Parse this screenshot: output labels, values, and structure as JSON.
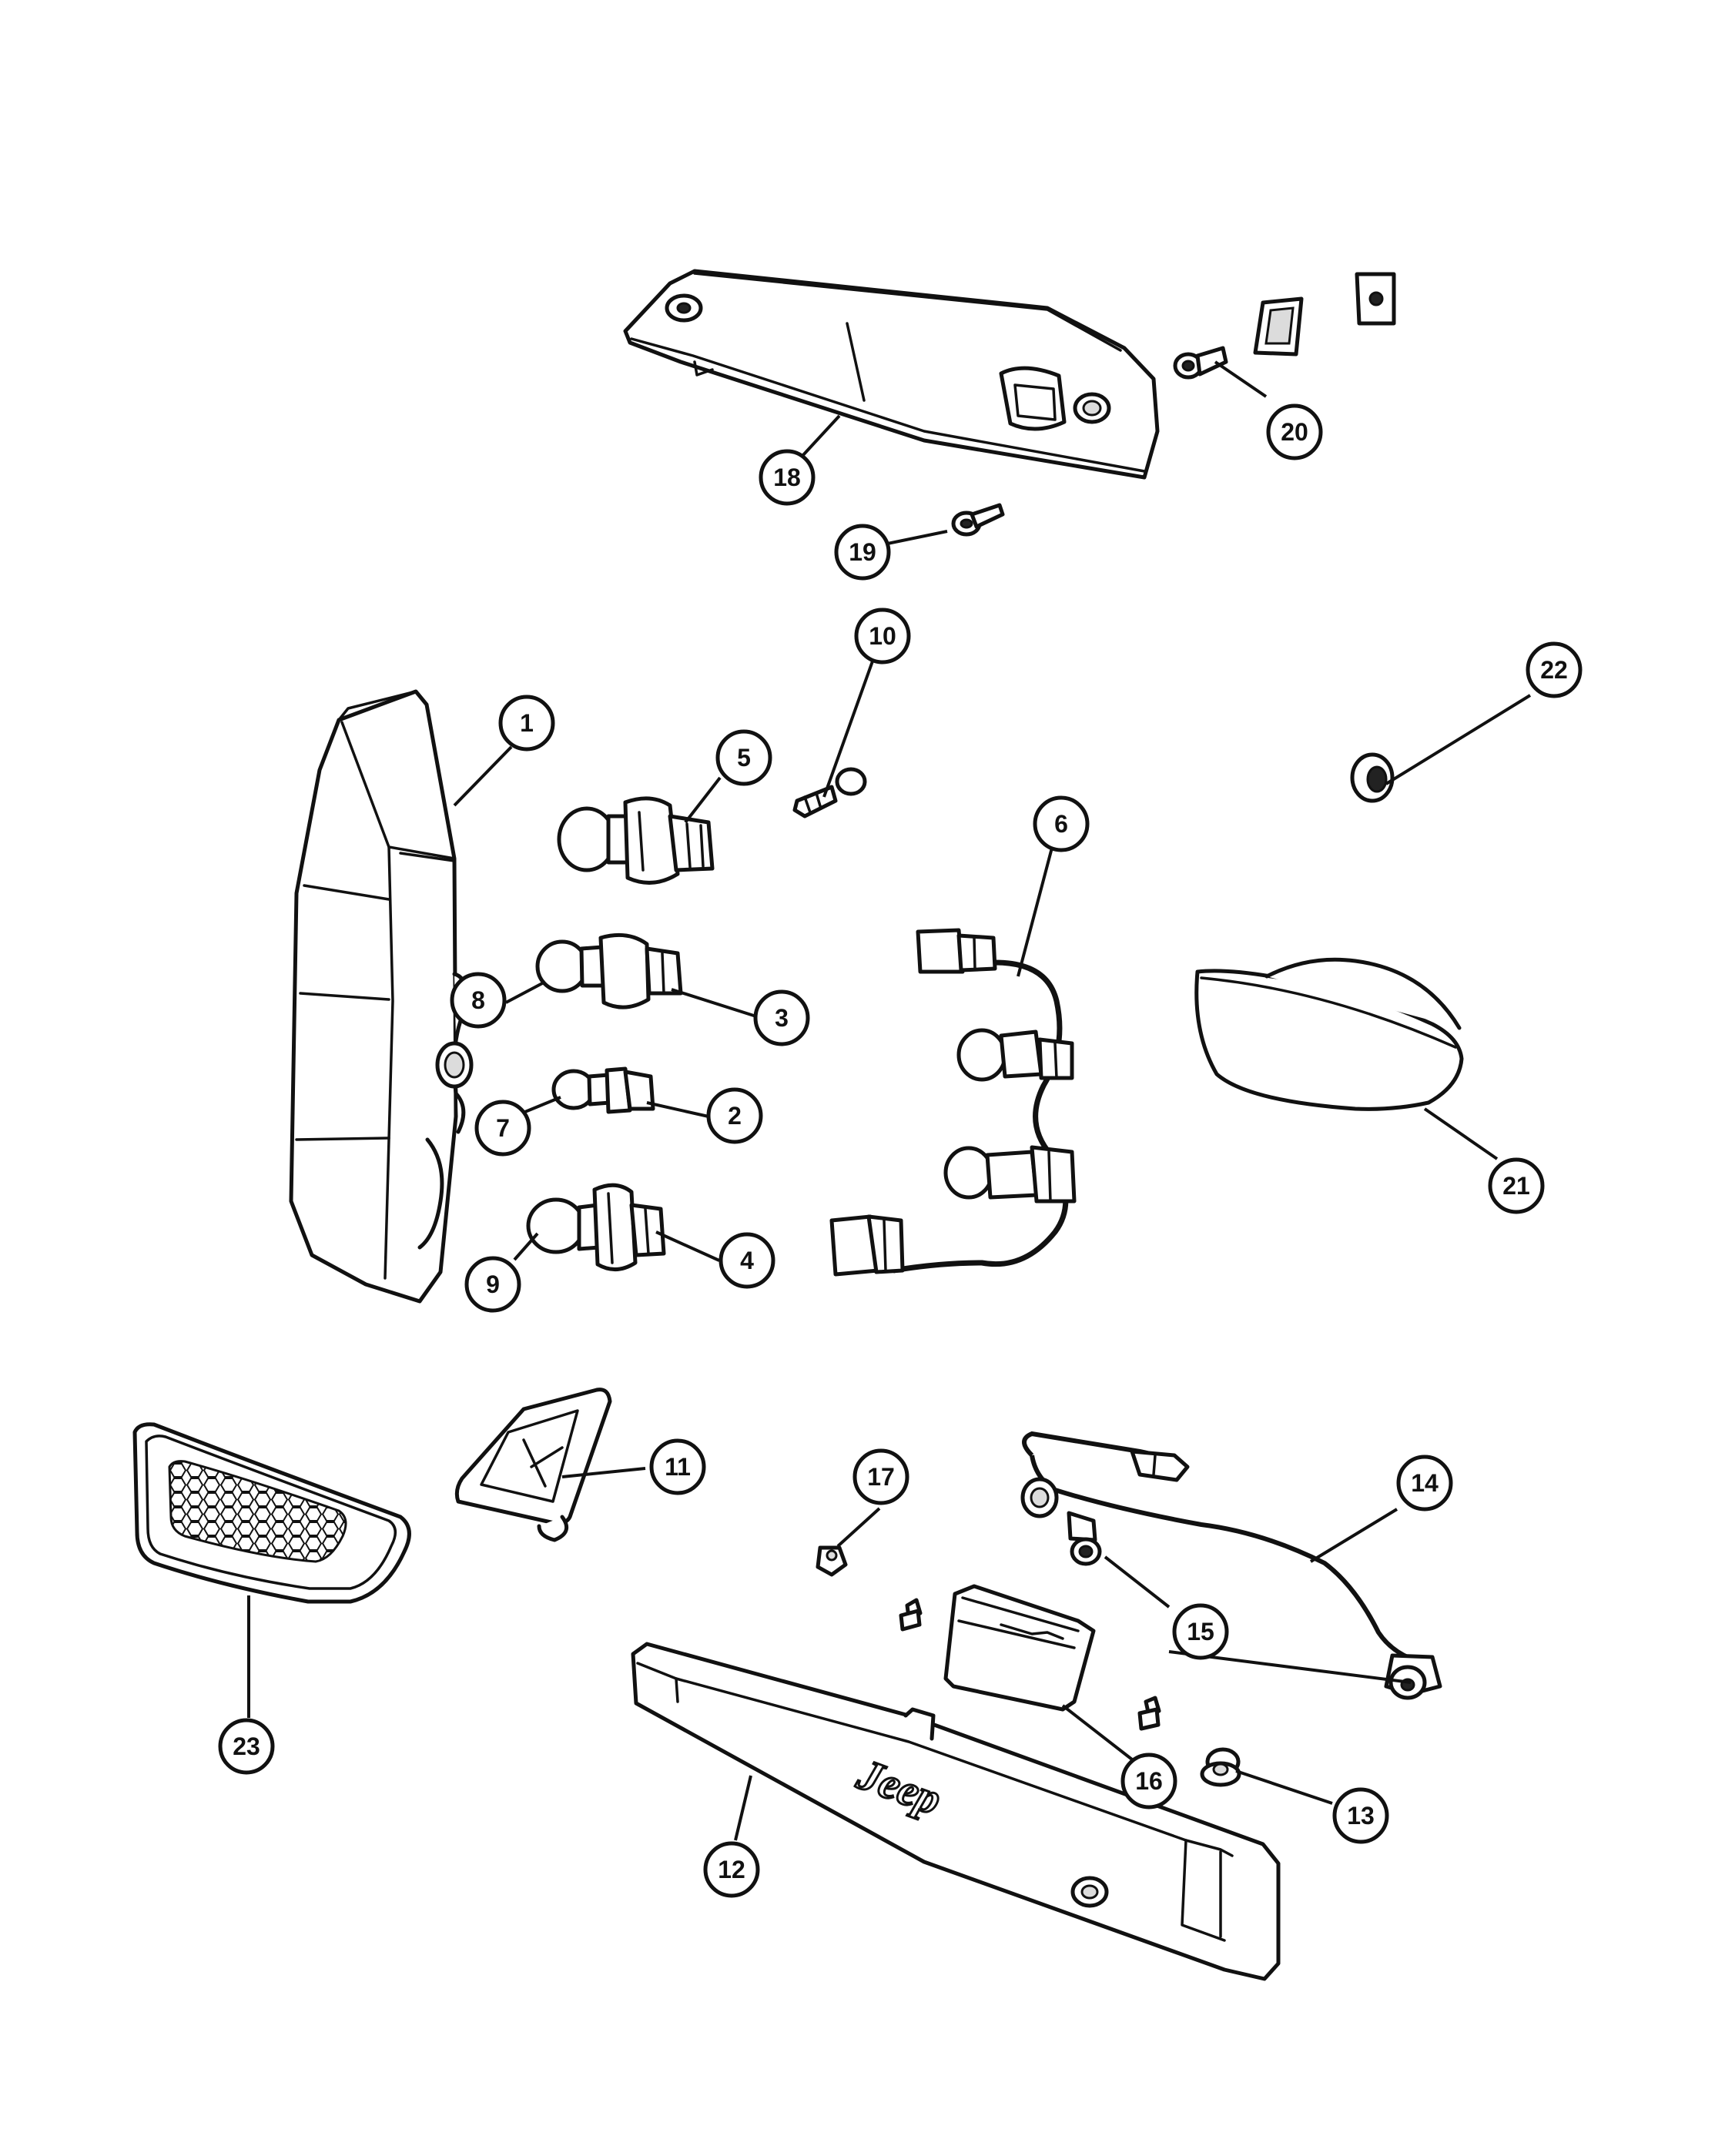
{
  "callouts": [
    {
      "n": "1"
    },
    {
      "n": "2"
    },
    {
      "n": "3"
    },
    {
      "n": "4"
    },
    {
      "n": "5"
    },
    {
      "n": "6"
    },
    {
      "n": "7"
    },
    {
      "n": "8"
    },
    {
      "n": "9"
    },
    {
      "n": "10"
    },
    {
      "n": "11"
    },
    {
      "n": "12"
    },
    {
      "n": "13"
    },
    {
      "n": "14"
    },
    {
      "n": "15"
    },
    {
      "n": "16"
    },
    {
      "n": "17"
    },
    {
      "n": "18"
    },
    {
      "n": "19"
    },
    {
      "n": "20"
    },
    {
      "n": "21"
    },
    {
      "n": "22"
    },
    {
      "n": "23"
    }
  ],
  "logo": {
    "text": "Jeep"
  }
}
